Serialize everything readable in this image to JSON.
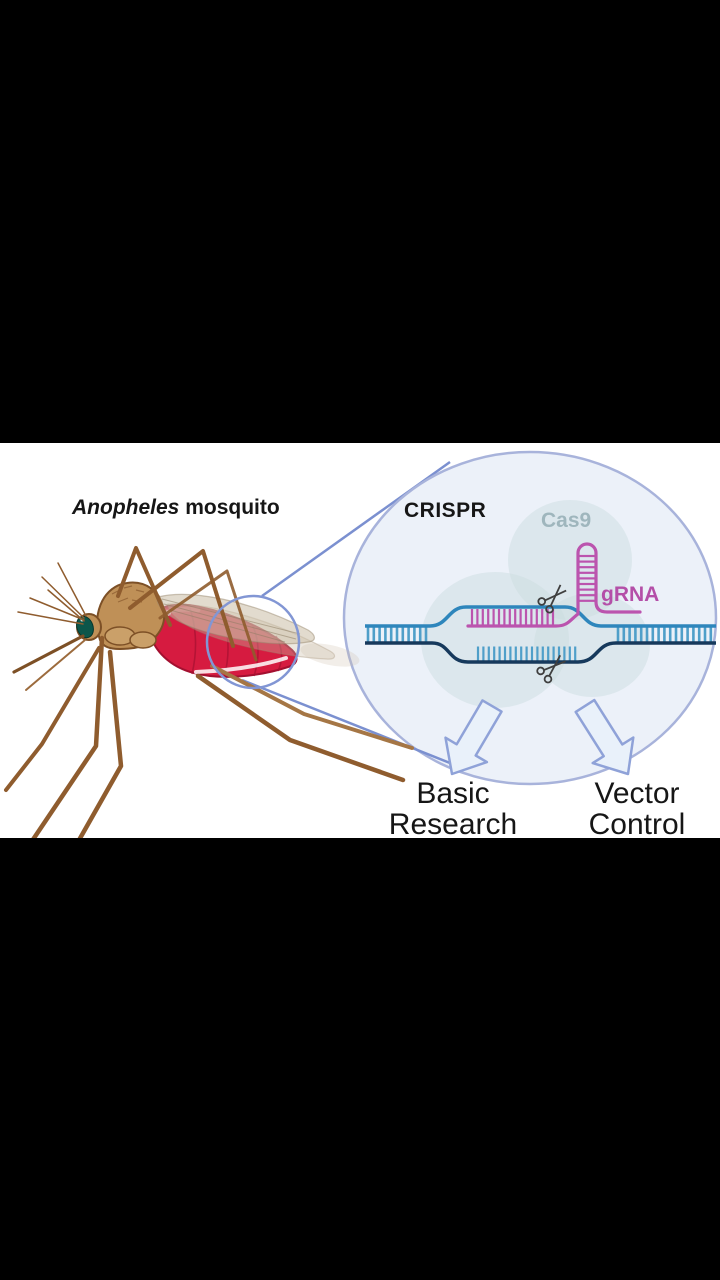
{
  "figure": {
    "mosquito_label": {
      "genus": "Anopheles",
      "rest": "mosquito"
    },
    "crispr_label": "CRISPR",
    "cas9_label": "Cas9",
    "grna_label": "gRNA",
    "outcomes": {
      "left": {
        "line1": "Basic",
        "line2": "Research"
      },
      "right": {
        "line1": "Vector",
        "line2": "Control"
      }
    },
    "colors": {
      "letterbox": "#000000",
      "panel_bg": "#ffffff",
      "lens_fill": "#ecf1f9",
      "lens_stroke": "#a8b3db",
      "connector_stroke": "#7b90d0",
      "cas9_blob": "#c9dcdd",
      "cas9_text": "#9fb6bd",
      "dna_top_strand": "#2e86bc",
      "dna_bottom_strand": "#16395c",
      "dna_rung": "#4f9fc9",
      "grna_pink": "#bb54ae",
      "scissors": "#3f3f3f",
      "arrow_fill": "#e9f1fa",
      "arrow_stroke": "#8fa2d8",
      "mosquito_body": "#bf9057",
      "mosquito_outline": "#7d5026",
      "mosquito_leg": "#8f5c2e",
      "abdomen_red": "#d61b40",
      "abdomen_outline": "#a31030",
      "eye_teal": "#0c564a",
      "wing": "#cbbda6",
      "label_text": "#161616"
    }
  }
}
